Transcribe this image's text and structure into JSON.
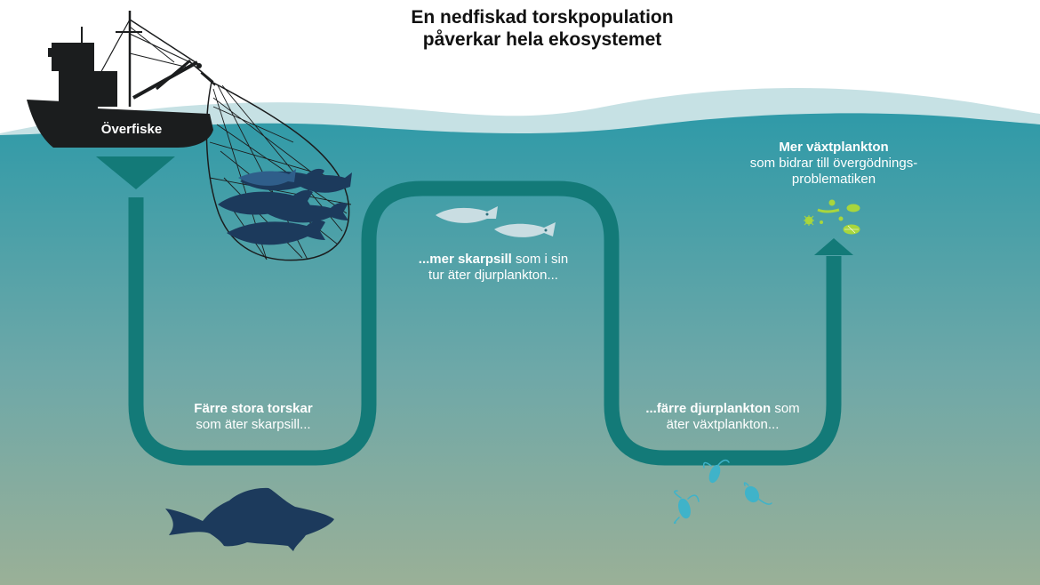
{
  "title": {
    "line1": "En nedfiskad torskpopulation",
    "line2": "påverkar hela ekosystemet"
  },
  "boat_label": "Överfiske",
  "steps": {
    "cod": {
      "bold": "Färre stora torskar",
      "rest": "som äter skarpsill..."
    },
    "sprat": {
      "bold": "...mer skarpsill",
      "rest_line1": " som i sin",
      "rest_line2": "tur äter djurplankton..."
    },
    "zooplankton": {
      "bold": "...färre djurplankton",
      "rest_line1": " som",
      "rest_line2": "äter växtplankton..."
    },
    "phytoplankton": {
      "bold": "Mer växtplankton",
      "rest_line1": "som bidrar till övergödnings-",
      "rest_line2": "problematiken"
    }
  },
  "colors": {
    "sea_top": "#2f9aa8",
    "sea_bottom": "#9ab097",
    "path": "#137a78",
    "cod": "#1c3a5c",
    "sprat": "#c9dde2",
    "zooplankton": "#3fb3c9",
    "phytoplankton": "#a8d63d",
    "boat": "#1b1d1e"
  }
}
